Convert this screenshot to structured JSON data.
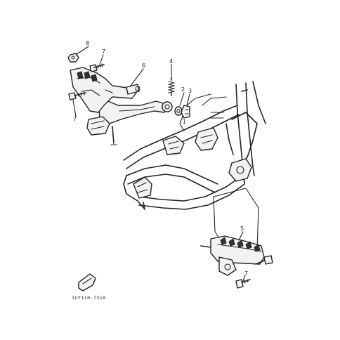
{
  "diagram": {
    "part_numbers": {
      "p1": "1",
      "p2": "2",
      "p3": "3",
      "p4": "4",
      "p5": "5",
      "p6": "6",
      "p7a": "7",
      "p7b": "7",
      "p7c": "7",
      "p8": "8"
    },
    "drawing_code": "1UY110-7310",
    "colors": {
      "line": "#222222",
      "background": "#ffffff"
    }
  }
}
